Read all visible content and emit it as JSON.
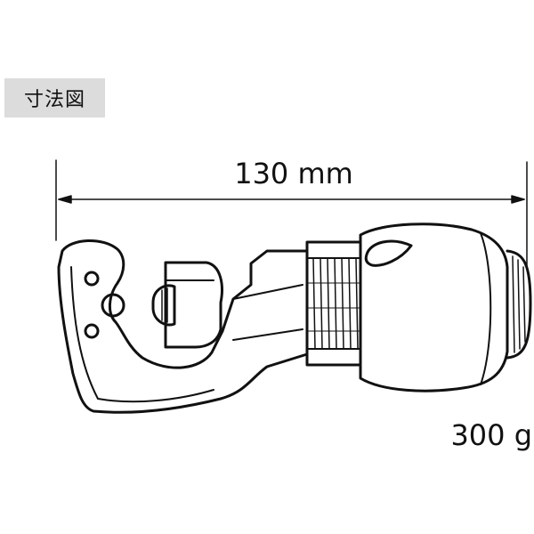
{
  "header": {
    "title": "寸法図"
  },
  "dimension": {
    "length_label": "130 mm"
  },
  "weight": {
    "label": "300 g"
  },
  "colors": {
    "line": "#111111",
    "label_bg": "#dcdcdc",
    "background": "#ffffff"
  }
}
